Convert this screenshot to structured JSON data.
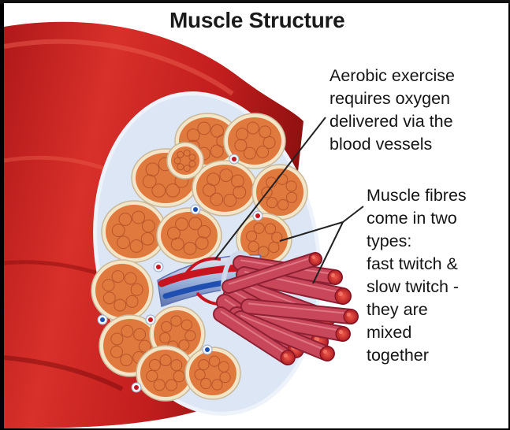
{
  "title": "Muscle Structure",
  "callouts": {
    "aerobic": {
      "lines": [
        "Aerobic exercise",
        "requires oxygen",
        "delivered via the",
        "blood vessels"
      ]
    },
    "fibres": {
      "lines": [
        "Muscle fibres",
        "come in two",
        "types:",
        "fast twitch &",
        "slow twitch -",
        "they are",
        "mixed",
        "together"
      ]
    }
  },
  "colors": {
    "muscle_red": "#c61f1f",
    "muscle_dark": "#8e1010",
    "fascicle_fill": "#e0793e",
    "fascicle_ring": "#f3e6c8",
    "connective_tissue": "#dde6f4",
    "artery": "#c8141e",
    "vein": "#1f4fb0",
    "fibre_pink": "#c9475a",
    "background": "#ffffff"
  }
}
